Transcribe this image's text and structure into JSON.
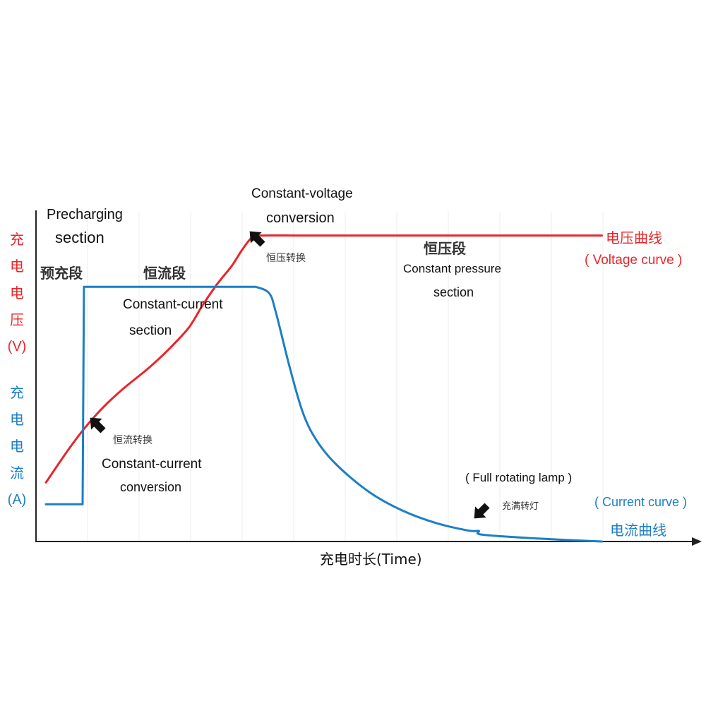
{
  "colors": {
    "voltage": "#e8262a",
    "current": "#1b7fc4",
    "axis": "#222222",
    "arrow": "#111111"
  },
  "y_axis_labels": {
    "voltage": [
      "充",
      "电",
      "电",
      "压",
      "(V)"
    ],
    "current": [
      "充",
      "电",
      "电",
      "流",
      "(A)"
    ]
  },
  "x_axis_label": "充电时长(Time)",
  "annotations": {
    "precharging_en_1": "Precharging",
    "precharging_en_2": "section",
    "precharging_cn": "预充段",
    "cc_section_cn": "恒流段",
    "cc_section_en_1": "Constant-current",
    "cc_section_en_2": "section",
    "cv_conversion_en_1": "Constant-voltage",
    "cv_conversion_en_2": "conversion",
    "cv_conversion_cn": "恒压转换",
    "cp_section_cn": "恒压段",
    "cp_section_en_1": "Constant pressure",
    "cp_section_en_2": "section",
    "cc_conversion_cn": "恒流转换",
    "cc_conversion_en_1": "Constant-current",
    "cc_conversion_en_2": "conversion",
    "full_lamp_en": "( Full rotating lamp )",
    "full_lamp_cn": "充满转灯",
    "voltage_legend_cn": "电压曲线",
    "voltage_legend_en": "( Voltage curve )",
    "current_legend_en": "( Current curve )",
    "current_legend_cn": "电流曲线"
  },
  "chart_data": {
    "type": "line",
    "title": "",
    "xlabel": "充电时长(Time)",
    "ylabel": "",
    "xlim": [
      0,
      100
    ],
    "ylim": [
      0,
      100
    ],
    "axis_ticks": "none",
    "grid": true,
    "legend": "direct labels at right",
    "series": [
      {
        "name": "电压曲线",
        "color": "#e8262a",
        "x": [
          1.5,
          5,
          7.5,
          10,
          13,
          17,
          20,
          23,
          25,
          26.9,
          28,
          29.5,
          31,
          32.5,
          34,
          40,
          50,
          60,
          70,
          85
        ],
        "y": [
          19,
          30,
          37,
          43,
          49,
          56,
          62,
          69,
          76,
          82,
          85,
          89,
          94,
          98,
          98.5,
          98.5,
          98.5,
          98.5,
          98.5,
          98.5
        ]
      },
      {
        "name": "电流曲线",
        "color": "#1b7fc4",
        "x": [
          1.5,
          7,
          7.2,
          20,
          33,
          35,
          36,
          38,
          40,
          42,
          45,
          50,
          55,
          60,
          65,
          66.5,
          67,
          75,
          85
        ],
        "y": [
          12,
          12,
          82,
          82,
          82,
          80,
          74,
          57,
          42,
          33,
          25,
          16,
          10,
          6,
          3.5,
          3.4,
          2.2,
          1,
          0
        ]
      }
    ],
    "phase_boundaries_x": [
      7.2,
      34,
      66.5
    ]
  }
}
